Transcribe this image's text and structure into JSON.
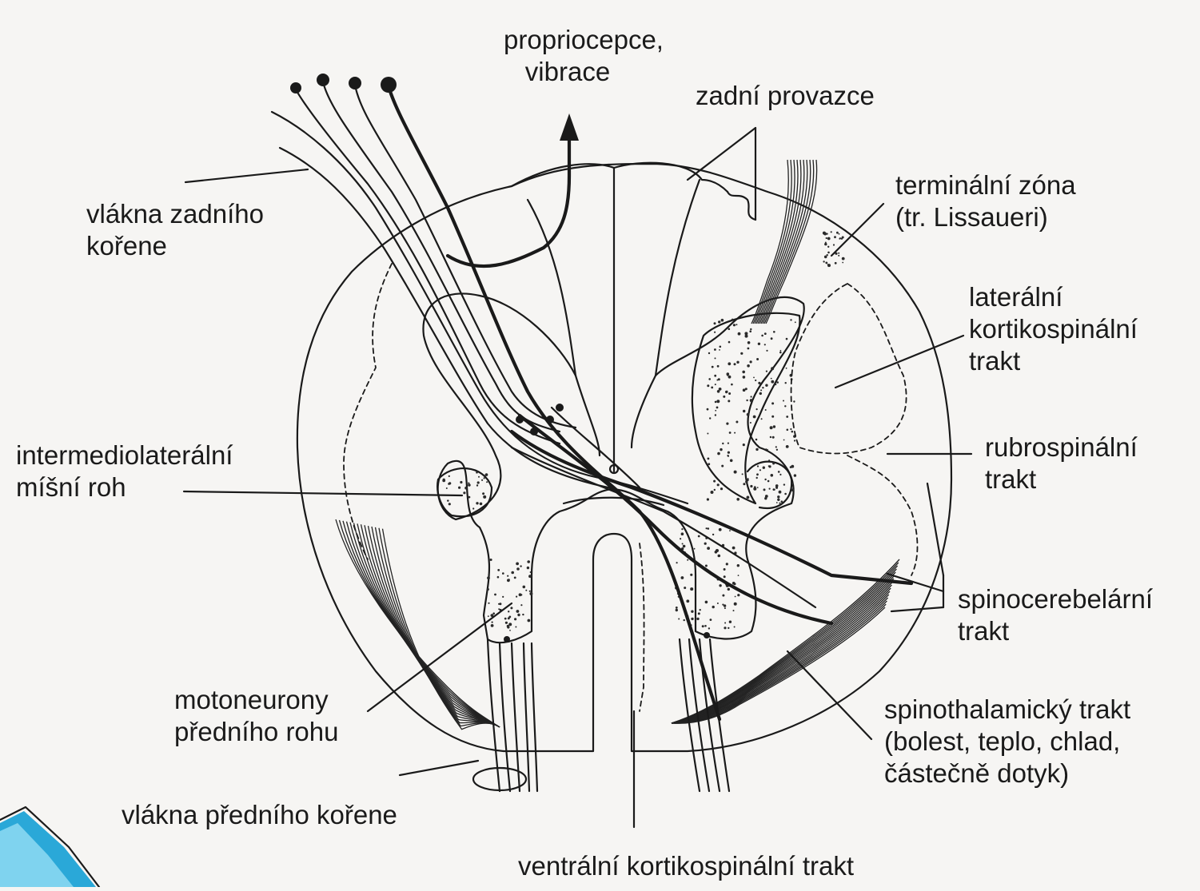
{
  "labels": {
    "proprioception": [
      "propriocepce,",
      "vibrace"
    ],
    "posterior_columns": "zadní provazce",
    "terminal_zone": [
      "terminální zóna",
      "(tr. Lissaueri)"
    ],
    "dorsal_root_fibers": [
      "vlákna zadního",
      "kořene"
    ],
    "lateral_corticospinal": [
      "laterální",
      "kortikospinální",
      "trakt"
    ],
    "intermediolateral_horn": [
      "intermediolaterální",
      "míšní roh"
    ],
    "rubrospinal": [
      "rubrospinální",
      "trakt"
    ],
    "spinocerebellar": [
      "spinocerebelární",
      "trakt"
    ],
    "motor_neurons": [
      "motoneurony",
      "předního rohu"
    ],
    "spinothalamic": [
      "spinothalamický trakt",
      "(bolest, teplo, chlad,",
      "částečně dotyk)"
    ],
    "ventral_root_fibers": "vlákna předního kořene",
    "ventral_corticospinal": "ventrální kortikospinální trakt"
  },
  "colors": {
    "ink": "#1a1a1a",
    "background": "#f6f5f3",
    "corner_accent": "#2aa8d8"
  }
}
